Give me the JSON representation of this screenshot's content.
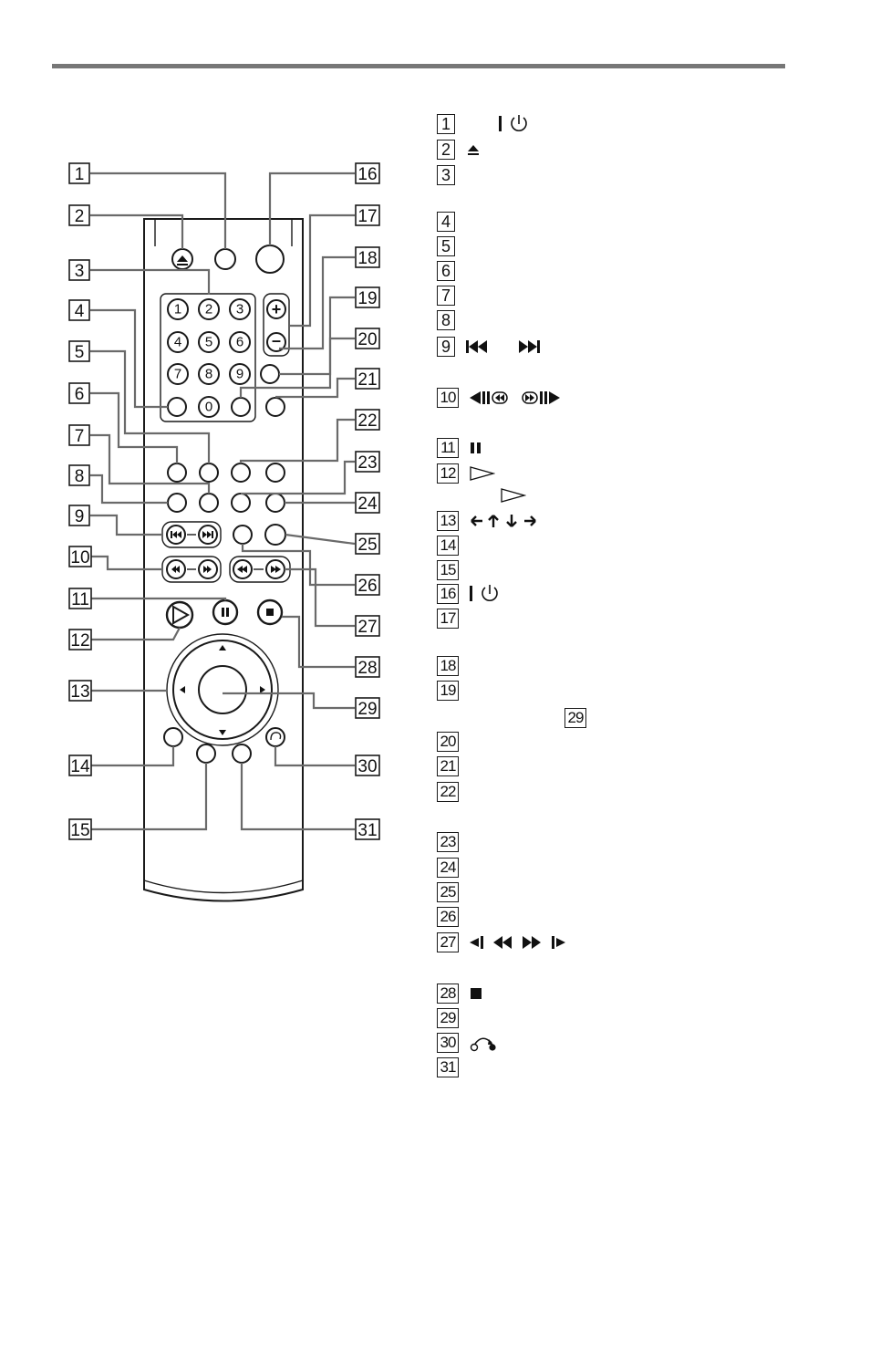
{
  "legend": {
    "items": [
      {
        "n": "1"
      },
      {
        "n": "2"
      },
      {
        "n": "3"
      },
      {
        "n": "4"
      },
      {
        "n": "5"
      },
      {
        "n": "6"
      },
      {
        "n": "7"
      },
      {
        "n": "8"
      },
      {
        "n": "9"
      },
      {
        "n": "10"
      },
      {
        "n": "11"
      },
      {
        "n": "12"
      },
      {
        "n": "13"
      },
      {
        "n": "14"
      },
      {
        "n": "15"
      },
      {
        "n": "16"
      },
      {
        "n": "17"
      },
      {
        "n": "18"
      },
      {
        "n": "19"
      },
      {
        "n": "20"
      },
      {
        "n": "21"
      },
      {
        "n": "22"
      },
      {
        "n": "23"
      },
      {
        "n": "24"
      },
      {
        "n": "25"
      },
      {
        "n": "26"
      },
      {
        "n": "27"
      },
      {
        "n": "28"
      },
      {
        "n": "29"
      },
      {
        "n": "30"
      },
      {
        "n": "31"
      }
    ],
    "ref_29": "29"
  },
  "remote": {
    "digits": [
      "1",
      "2",
      "3",
      "4",
      "5",
      "6",
      "7",
      "8",
      "9",
      "0"
    ],
    "plus": "+",
    "minus": "–"
  }
}
